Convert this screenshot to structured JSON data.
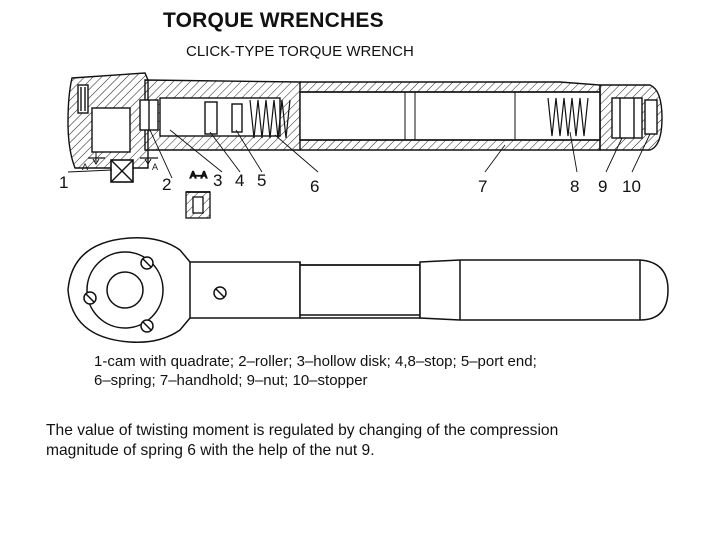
{
  "title": "TORQUE WRENCHES",
  "subtitle": "CLICK-TYPE TORQUE WRENCH",
  "section_label": "A–A",
  "section_marks": [
    "A",
    "A"
  ],
  "part_labels": [
    "1",
    "2",
    "3",
    "4",
    "5",
    "6",
    "7",
    "8",
    "9",
    "10"
  ],
  "caption_line1": "1-cam with quadrate; 2–roller; 3–hollow disk; 4,8–stop; 5–port end;",
  "caption_line2": "6–spring; 7–handhold; 9–nut; 10–stopper",
  "description_line1": "The value of twisting moment is regulated by changing of the compression",
  "description_line2": "magnitude of spring 6 with the help of the nut 9."
}
